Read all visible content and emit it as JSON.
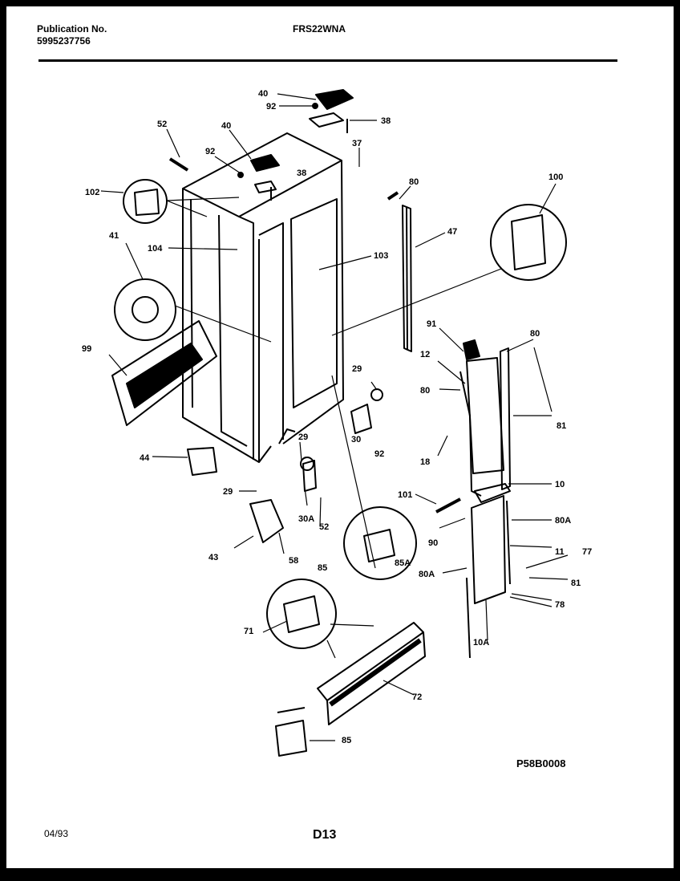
{
  "header": {
    "publication_label": "Publication No.",
    "publication_number": "5995237756",
    "model": "FRS22WNA"
  },
  "diagram_code": "P58B0008",
  "footer": {
    "date": "04/93",
    "page": "D13"
  },
  "callouts": [
    "40",
    "92",
    "38",
    "52",
    "40",
    "92",
    "38",
    "37",
    "102",
    "80",
    "100",
    "47",
    "41",
    "104",
    "103",
    "99",
    "91",
    "80",
    "29",
    "12",
    "80",
    "30",
    "92",
    "81",
    "44",
    "18",
    "29",
    "29",
    "30A",
    "52",
    "101",
    "10",
    "80A",
    "43",
    "90",
    "58",
    "11",
    "77",
    "85",
    "85A",
    "80A",
    "81",
    "71",
    "78",
    "10A",
    "72",
    "85"
  ]
}
